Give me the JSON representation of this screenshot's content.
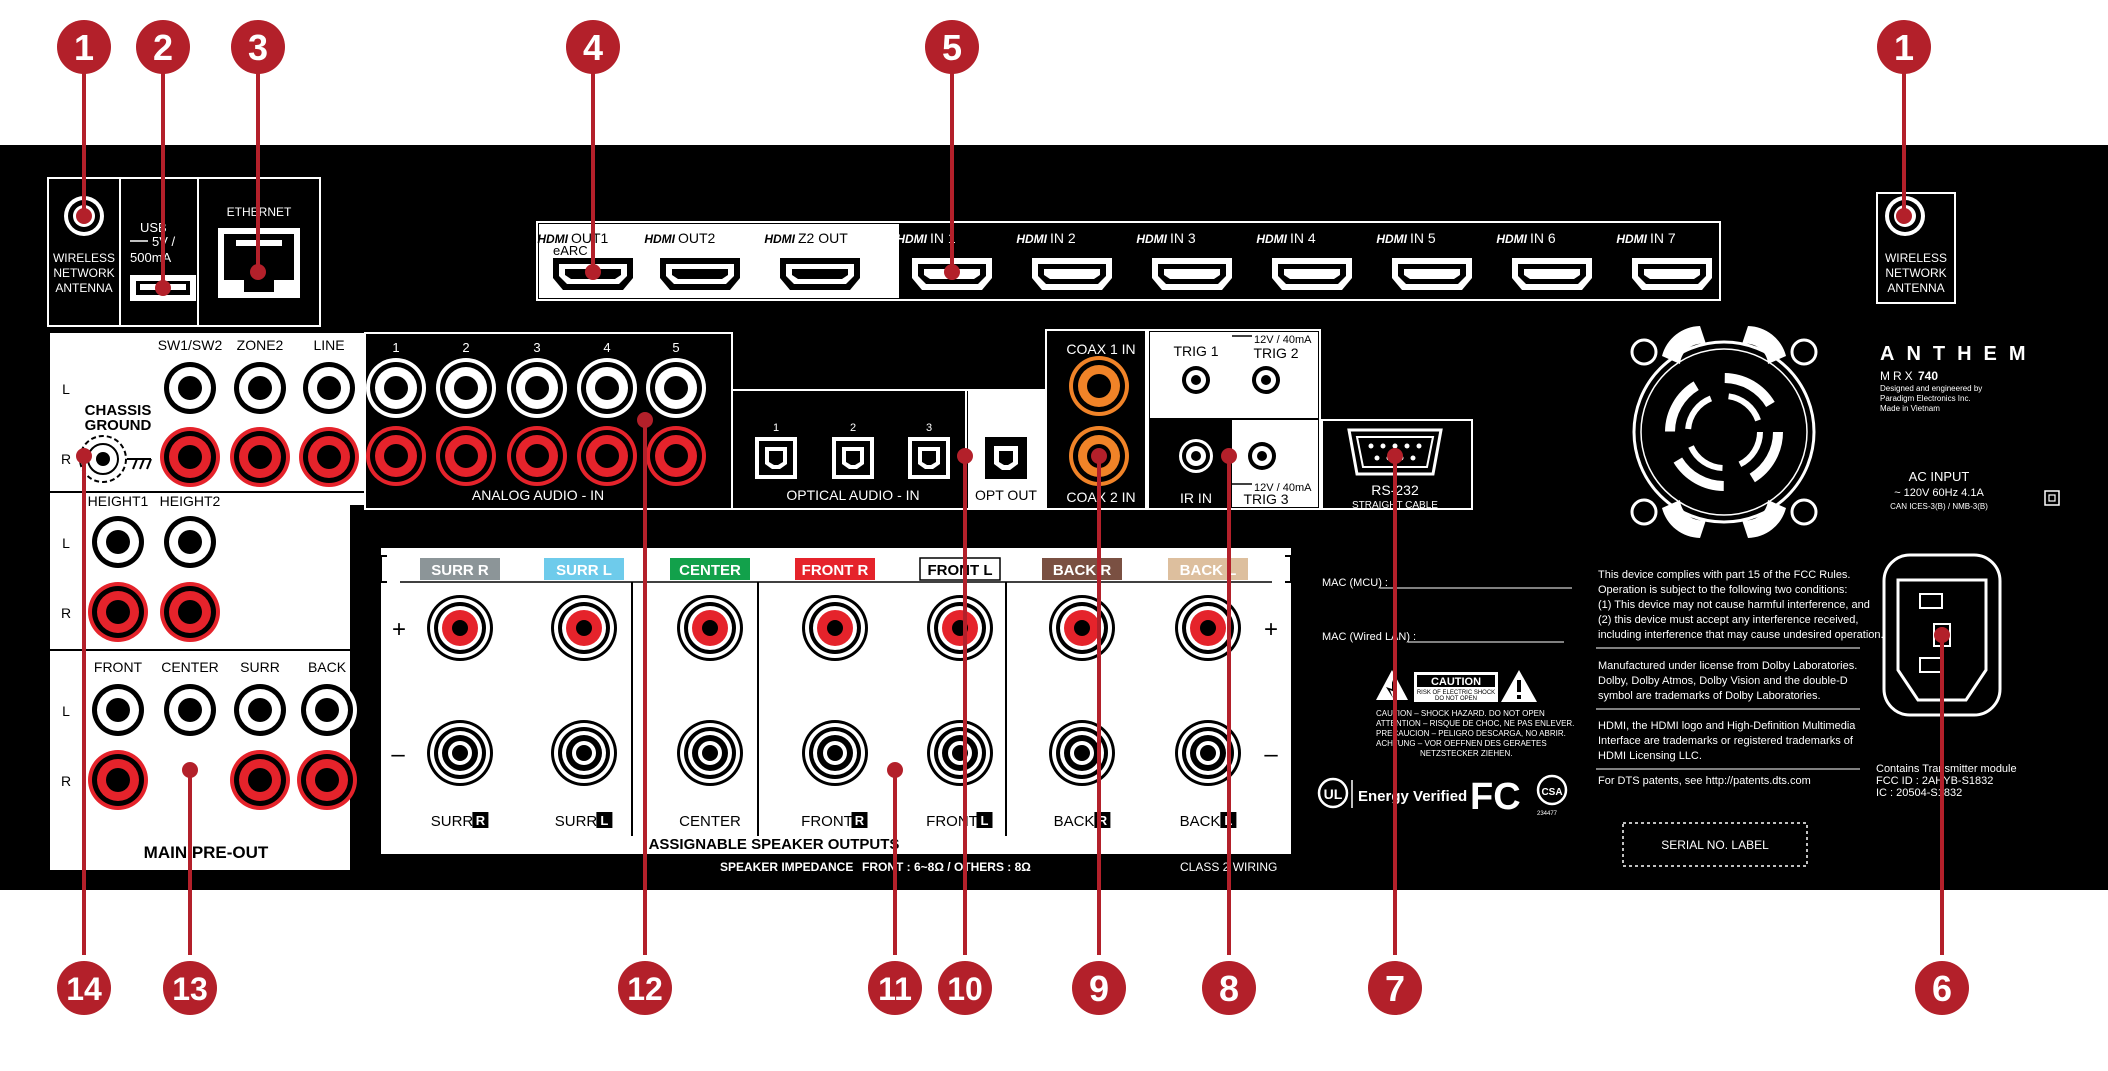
{
  "callouts": {
    "c1a": "1",
    "c2": "2",
    "c3": "3",
    "c4": "4",
    "c5": "5",
    "c1b": "1",
    "c14": "14",
    "c13": "13",
    "c12": "12",
    "c11": "11",
    "c10": "10",
    "c9": "9",
    "c8": "8",
    "c7": "7",
    "c6": "6"
  },
  "antenna_left": [
    "WIRELESS",
    "NETWORK",
    "ANTENNA"
  ],
  "antenna_right": [
    "WIRELESS",
    "NETWORK",
    "ANTENNA"
  ],
  "usb": {
    "label": "USB",
    "spec1": "5V /",
    "spec2": "500mA"
  },
  "ethernet": "ETHERNET",
  "hdmi": {
    "word": "HDMI",
    "ports": [
      "OUT1",
      "OUT2",
      "Z2 OUT",
      "IN 1",
      "IN 2",
      "IN 3",
      "IN 4",
      "IN 5",
      "IN 6",
      "IN 7"
    ],
    "earc": "eARC"
  },
  "sub_zone": {
    "cols": [
      "SW1/SW2",
      "ZONE2",
      "LINE"
    ],
    "l": "L",
    "r": "R"
  },
  "chassis_ground": [
    "CHASSIS",
    "GROUND"
  ],
  "height": {
    "cols": [
      "HEIGHT1",
      "HEIGHT2"
    ],
    "l": "L",
    "r": "R"
  },
  "pre_out": {
    "cols": [
      "FRONT",
      "CENTER",
      "SURR",
      "BACK"
    ],
    "l": "L",
    "r": "R",
    "title": "MAIN PRE-OUT"
  },
  "analog": {
    "nums": [
      "1",
      "2",
      "3",
      "4",
      "5"
    ],
    "title": "ANALOG AUDIO - IN"
  },
  "optical": {
    "nums": [
      "1",
      "2",
      "3"
    ],
    "title": "OPTICAL AUDIO - IN",
    "out": "OPT OUT"
  },
  "coax": {
    "in1": "COAX 1 IN",
    "in2": "COAX 2 IN"
  },
  "trig": {
    "t1": "TRIG 1",
    "t2": "TRIG 2",
    "t3": "TRIG 3",
    "spec_top": "12V / 40mA",
    "spec_bot": "12V / 40mA",
    "ir": "IR IN"
  },
  "rs232": {
    "label": "RS-232",
    "sub": "STRAIGHT CABLE"
  },
  "speakers": {
    "headers": [
      {
        "text": "SURR R",
        "bg": "#8c9598",
        "fg": "#ffffff"
      },
      {
        "text": "SURR L",
        "bg": "#6ecbeb",
        "fg": "#ffffff"
      },
      {
        "text": "CENTER",
        "bg": "#12a14b",
        "fg": "#ffffff"
      },
      {
        "text": "FRONT R",
        "bg": "#e5232b",
        "fg": "#ffffff"
      },
      {
        "text": "FRONT L",
        "bg": "#ffffff",
        "fg": "#000000"
      },
      {
        "text": "BACK R",
        "bg": "#7a5042",
        "fg": "#ffffff"
      },
      {
        "text": "BACK L",
        "bg": "#ddbf9e",
        "fg": "#ffffff"
      }
    ],
    "bottom": [
      {
        "name": "SURR",
        "side": "R"
      },
      {
        "name": "SURR",
        "side": "L"
      },
      {
        "name": "CENTER",
        "side": ""
      },
      {
        "name": "FRONT",
        "side": "R"
      },
      {
        "name": "FRONT",
        "side": "L"
      },
      {
        "name": "BACK",
        "side": "R"
      },
      {
        "name": "BACK",
        "side": "L"
      }
    ],
    "plus": "+",
    "minus": "–",
    "title": "ASSIGNABLE SPEAKER OUTPUTS",
    "impedance_label": "SPEAKER IMPEDANCE",
    "impedance_value": "FRONT : 6~8Ω / OTHERS : 8Ω",
    "wiring": "CLASS 2 WIRING"
  },
  "brand": {
    "logo": "ANTHEM",
    "model_prefix": "MRX",
    "model_num": "740",
    "designed": [
      "Designed and engineered by",
      "Paradigm Electronics Inc.",
      "Made in Vietnam"
    ]
  },
  "ac": {
    "title": "AC INPUT",
    "spec": "~ 120V 60Hz 4.1A",
    "ces": "CAN ICES-3(B) / NMB-3(B)"
  },
  "mac": {
    "mcu": "MAC (MCU) :",
    "lan": "MAC (Wired LAN) :"
  },
  "caution": {
    "title": "CAUTION",
    "sub": [
      "RISK OF ELECTRIC SHOCK",
      "DO NOT OPEN"
    ],
    "lines": [
      "CAUTION – SHOCK HAZARD. DO NOT OPEN",
      "ATTENTION – RISQUE DE CHOC, NE PAS ENLEVER.",
      "PRECAUCION – PELIGRO DESCARGA, NO ABRIR.",
      "ACHTUNG – VOR OEFFNEN DES GERAETES",
      "NETZSTECKER ZIEHEN."
    ]
  },
  "compliance": {
    "fcc": [
      "This device complies with part 15 of the FCC Rules.",
      "Operation is subject to the following two conditions:",
      "(1) This device may not cause harmful interference, and",
      "(2) this device must accept any interference received,",
      "including interference that may cause undesired operation."
    ],
    "dolby": [
      "Manufactured under license from Dolby Laboratories.",
      "Dolby, Dolby Atmos, Dolby Vision and the double-D",
      "symbol are trademarks of Dolby Laboratories."
    ],
    "hdmi": [
      "HDMI, the HDMI logo and High-Definition Multimedia",
      "Interface are trademarks or registered trademarks of",
      "HDMI Licensing LLC."
    ],
    "dts": "For DTS patents, see http://patents.dts.com"
  },
  "transmitter": [
    "Contains Transmitter module",
    "FCC ID : 2AHYB-S1832",
    "IC : 20504-S1832"
  ],
  "serial": "SERIAL NO. LABEL",
  "logos": {
    "ul": "UL",
    "energy": "Energy Verified",
    "fc": "FC",
    "csa": "CSA",
    "csa_num": "234477"
  }
}
